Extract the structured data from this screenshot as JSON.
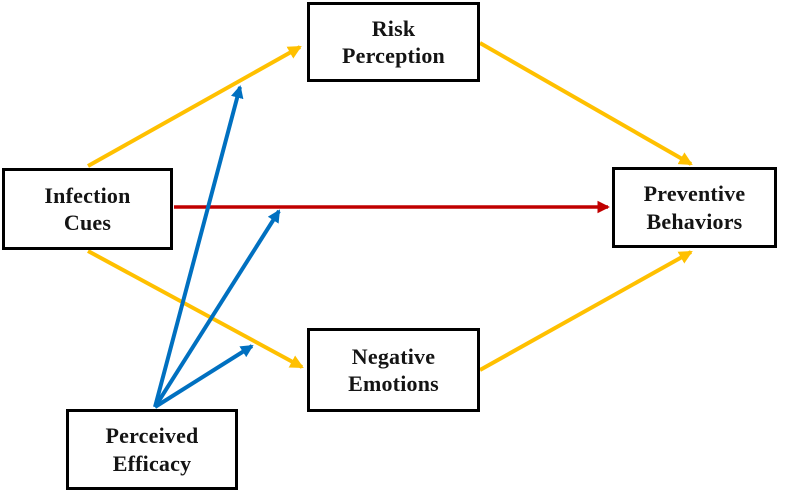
{
  "colors": {
    "background": "#FFFFFF",
    "box_fill": "#FFFFFF",
    "box_border": "#000000",
    "text": "#141414",
    "mediation_path": "#FFC000",
    "direct_path": "#C00000",
    "moderation_path": "#0070C0"
  },
  "nodes": {
    "risk_perception": {
      "label": "Risk\nPerception"
    },
    "infection_cues": {
      "label": "Infection\nCues"
    },
    "preventive_behaviors": {
      "label": "Preventive\nBehaviors"
    },
    "negative_emotions": {
      "label": "Negative\nEmotions"
    },
    "perceived_efficacy": {
      "label": "Perceived\nEfficacy"
    }
  },
  "edges": [
    {
      "from": "Infection Cues",
      "to": "Risk Perception",
      "type": "mediation",
      "color": "#FFC000"
    },
    {
      "from": "Risk Perception",
      "to": "Preventive Behaviors",
      "type": "mediation",
      "color": "#FFC000"
    },
    {
      "from": "Infection Cues",
      "to": "Negative Emotions",
      "type": "mediation",
      "color": "#FFC000"
    },
    {
      "from": "Negative Emotions",
      "to": "Preventive Behaviors",
      "type": "mediation",
      "color": "#FFC000"
    },
    {
      "from": "Infection Cues",
      "to": "Preventive Behaviors",
      "type": "direct",
      "color": "#C00000"
    },
    {
      "from": "Perceived Efficacy",
      "to": "path Infection Cues to Risk Perception",
      "type": "moderation",
      "color": "#0070C0"
    },
    {
      "from": "Perceived Efficacy",
      "to": "path Infection Cues to Preventive Behaviors",
      "type": "moderation",
      "color": "#0070C0"
    },
    {
      "from": "Perceived Efficacy",
      "to": "path Infection Cues to Negative Emotions",
      "type": "moderation",
      "color": "#0070C0"
    }
  ]
}
